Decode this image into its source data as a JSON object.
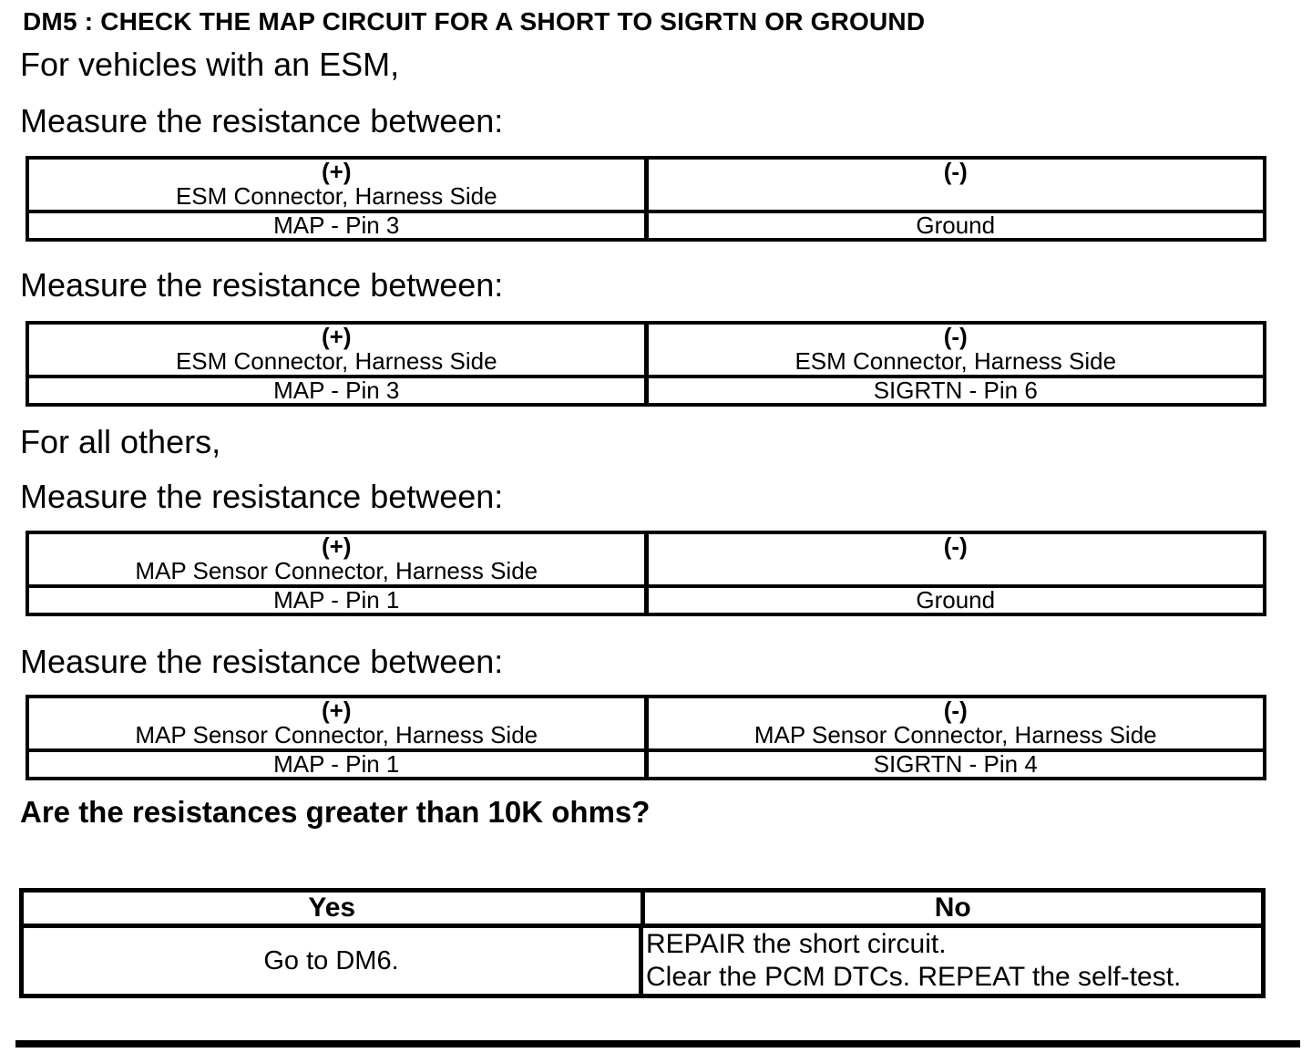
{
  "title": "DM5 : CHECK THE MAP CIRCUIT FOR A SHORT TO SIGRTN OR GROUND",
  "labels": {
    "esm_condition": "For vehicles with an ESM,",
    "others_condition": "For all others,",
    "measure": "Measure the resistance between:",
    "question": "Are the resistances greater than 10K ohms?"
  },
  "tables": [
    {
      "plus_sign": "(+)",
      "plus_connector": "ESM Connector, Harness Side",
      "minus_sign": "(-)",
      "minus_connector": "",
      "plus_point": "MAP - Pin 3",
      "minus_point": "Ground"
    },
    {
      "plus_sign": "(+)",
      "plus_connector": "ESM Connector, Harness Side",
      "minus_sign": "(-)",
      "minus_connector": "ESM Connector, Harness Side",
      "plus_point": "MAP - Pin 3",
      "minus_point": "SIGRTN - Pin 6"
    },
    {
      "plus_sign": "(+)",
      "plus_connector": "MAP Sensor Connector, Harness Side",
      "minus_sign": "(-)",
      "minus_connector": "",
      "plus_point": "MAP - Pin 1",
      "minus_point": "Ground"
    },
    {
      "plus_sign": "(+)",
      "plus_connector": "MAP Sensor Connector, Harness Side",
      "minus_sign": "(-)",
      "minus_connector": "MAP Sensor Connector, Harness Side",
      "plus_point": "MAP - Pin 1",
      "minus_point": "SIGRTN - Pin 4"
    }
  ],
  "decision": {
    "yes_label": "Yes",
    "no_label": "No",
    "yes_action": "Go to DM6.",
    "no_action_line1": "REPAIR the short circuit.",
    "no_action_line2": "Clear the PCM DTCs. REPEAT the self-test."
  }
}
